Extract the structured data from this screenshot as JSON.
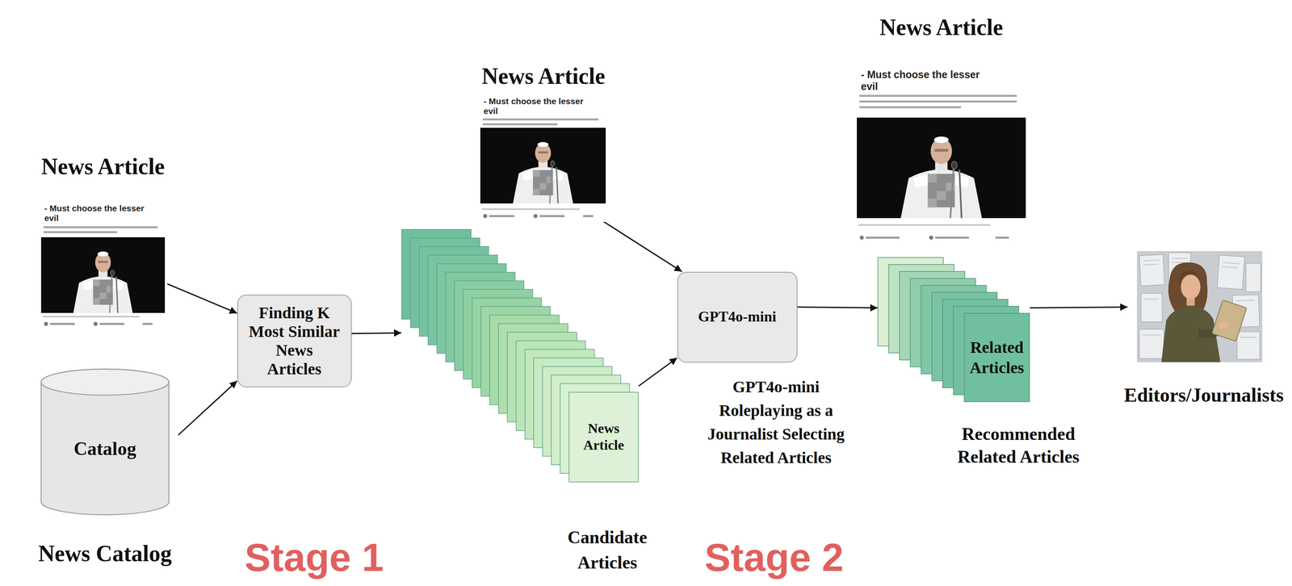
{
  "diagram": {
    "nodes": [
      {
        "text": [
          "News Article",
          "- Must choose the lesser evil"
        ]
      },
      {
        "text": [
          "Catalog",
          "News Catalog"
        ]
      },
      {
        "text": [
          "Finding K Most Similar News Articles"
        ]
      },
      {
        "text": [
          "News Article",
          "Candidate Articles"
        ]
      },
      {
        "text": [
          "News Article",
          "- Must choose the lesser evil"
        ]
      },
      {
        "text": [
          "GPT4o-mini",
          "GPT4o-mini Roleplaying as a Journalist Selecting Related Articles"
        ]
      },
      {
        "text": [
          "News Article",
          "- Must choose the lesser evil"
        ]
      },
      {
        "text": [
          "Related Articles",
          "Recommended Related Articles"
        ]
      },
      {
        "text": [
          "Editors/Journalists"
        ]
      }
    ],
    "edges": [
      {
        "from": 0,
        "to": 2,
        "arrow": "to"
      },
      {
        "from": 1,
        "to": 2,
        "arrow": "to"
      },
      {
        "from": 2,
        "to": 3,
        "arrow": "to"
      },
      {
        "from": 3,
        "to": 5,
        "arrow": "to"
      },
      {
        "from": 4,
        "to": 5,
        "arrow": "to"
      },
      {
        "from": 5,
        "to": 7,
        "arrow": "to"
      },
      {
        "from": 7,
        "to": 8,
        "arrow": "to"
      }
    ],
    "labels": [
      "Stage 1",
      "Stage 2"
    ]
  }
}
